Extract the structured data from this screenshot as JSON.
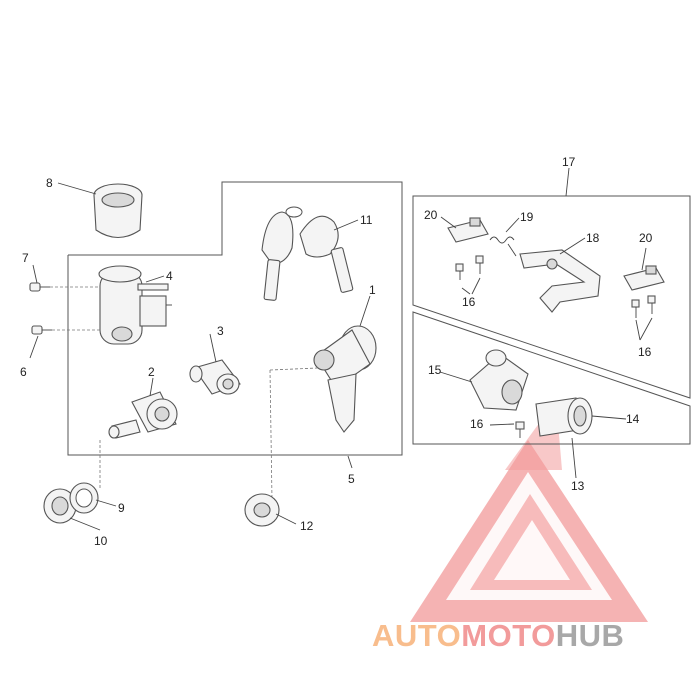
{
  "diagram": {
    "callouts": {
      "c1": "1",
      "c2": "2",
      "c3": "3",
      "c4": "4",
      "c5": "5",
      "c6": "6",
      "c7": "7",
      "c8": "8",
      "c9": "9",
      "c10": "10",
      "c11": "11",
      "c12": "12",
      "c13": "13",
      "c14": "14",
      "c15": "15",
      "c16a": "16",
      "c16b": "16",
      "c16c": "16",
      "c17": "17",
      "c18": "18",
      "c19": "19",
      "c20a": "20",
      "c20b": "20"
    }
  },
  "watermark": {
    "brand_part1": "AUTO",
    "brand_part2": "MOTO",
    "brand_part3": "HUB",
    "color_accent": "#f08a8a",
    "color_orange": "#f7b27a",
    "color_gray": "#9a9a9a"
  }
}
